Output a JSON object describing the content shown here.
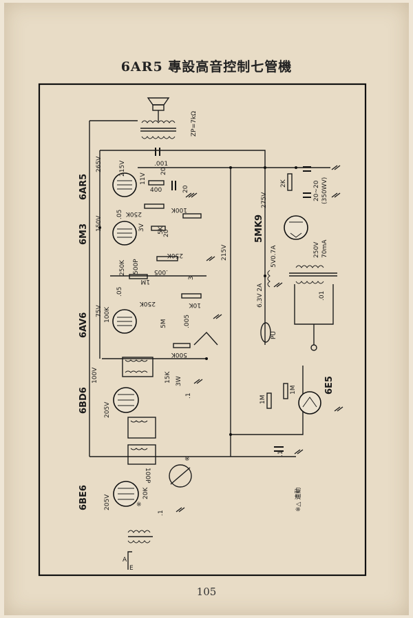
{
  "title": "6AR5 專設高音控制七管機",
  "page_number": "105",
  "tubes": {
    "t1": "6AR5",
    "t2": "6M3",
    "t3": "6AV6",
    "t4": "6BD6",
    "t5": "6BE6",
    "t6": "5MK9",
    "t7": "6E5"
  },
  "speaker": {
    "impedance": "ZP=7kΩ",
    "cap": ".001"
  },
  "labels": {
    "v265": "265V",
    "v215a": "215V",
    "v215b": "215V",
    "v205a": "205V",
    "v205b": "205V",
    "v150": "150V",
    "v100": "100V",
    "v75": "75V",
    "v275": "275V",
    "v250": "250V",
    "ma70": "70mA",
    "c20a": "20",
    "r400": "400",
    "v11": "11V",
    "c20b": "20",
    "r250k_a": "250K",
    "c05a": ".05",
    "r100k_a": "100K",
    "v3": "3V",
    "r5k": "5K",
    "c20c": "20",
    "r250k_b": "250K",
    "c500p": "500P",
    "r250k_c": "250K",
    "r1m_a": "1M",
    "c005a": ".005",
    "c3": "3",
    "c05b": ".05",
    "r250k_d": "250K",
    "r10k": "10K",
    "r100k_b": "100K",
    "r5m": "5M",
    "c005b": ".005",
    "r500k": "500K",
    "r15k": "15K",
    "w3": "3W",
    "c1a": ".1",
    "c1b": ".1",
    "c1c": ".1",
    "r1m_b": "1M",
    "r1m_c": "1M",
    "c100p": "100P",
    "r20k": "20K",
    "r2k": "2K",
    "c20x20": "20~20",
    "wv350": "(350WV)",
    "v5": "5V0.7A",
    "v63": "6.3V 2A",
    "c01": ".01",
    "pu": "PU",
    "ant_a": "A",
    "ant_e": "E",
    "mark": "※",
    "linked": "※△ 連動"
  },
  "colors": {
    "ink": "#1c1c1c",
    "paper": "#e8dcc6"
  }
}
